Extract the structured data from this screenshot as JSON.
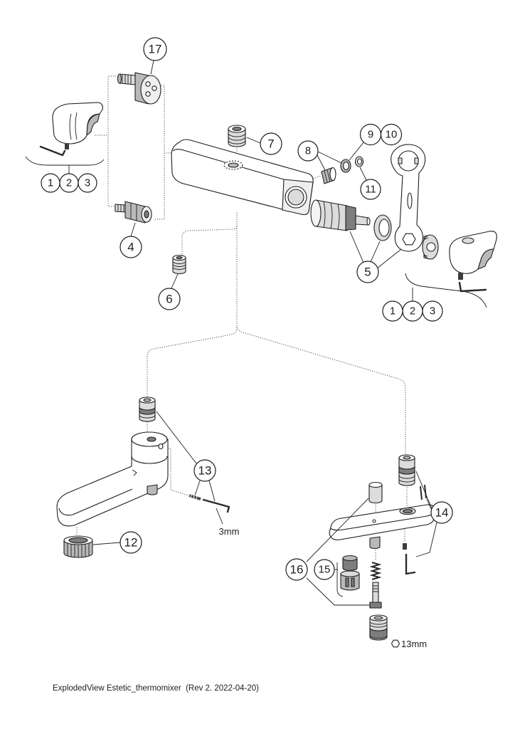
{
  "callouts": [
    "17",
    "7",
    "8",
    "9",
    "10",
    "1",
    "2",
    "3",
    "4",
    "11",
    "5",
    "6",
    "1",
    "2",
    "3",
    "13",
    "12",
    "14",
    "16",
    "15"
  ],
  "dimensions": {
    "hex_key": "3mm",
    "wrench_size": "13mm"
  },
  "footer": "ExplodedView Estetic_thermomixer  (Rev 2. 2022-04-20)"
}
